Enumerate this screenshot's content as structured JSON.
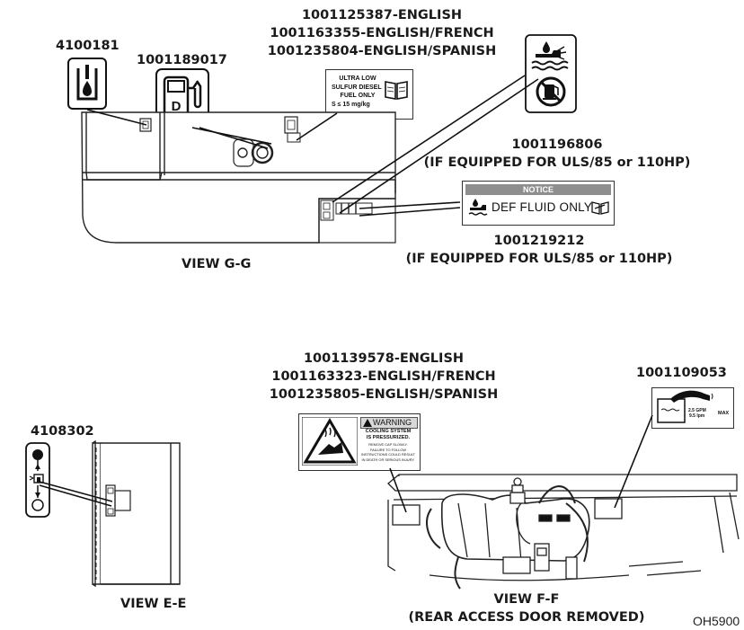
{
  "view_gg": {
    "caption": "VIEW G-G",
    "label_4100181": "4100181",
    "label_1001189017": "1001189017",
    "fuel_decal_lines": [
      "1001125387-ENGLISH",
      "1001163355-ENGLISH/FRENCH",
      "1001235804-ENGLISH/SPANISH"
    ],
    "fuel_decal_text": [
      "ULTRA LOW",
      "SULFUR DIESEL",
      "FUEL ONLY",
      "S ≤ 15 mg/kg"
    ],
    "fuel_pump_letter": "D",
    "decal_1001196806": [
      "1001196806",
      "(IF EQUIPPED FOR ULS/85 or 110HP)"
    ],
    "decal_1001219212": [
      "1001219212",
      "(IF EQUIPPED FOR ULS/85 or 110HP)"
    ],
    "notice_header": "NOTICE",
    "notice_text": "DEF FLUID ONLY"
  },
  "view_ee": {
    "caption": "VIEW E-E",
    "label_4108302": "4108302"
  },
  "view_ff": {
    "caption_lines": [
      "VIEW F-F",
      "(REAR ACCESS DOOR REMOVED)"
    ],
    "warning_lines": [
      "1001139578-ENGLISH",
      "1001163323-ENGLISH/FRENCH",
      "1001235805-ENGLISH/SPANISH"
    ],
    "warning_header": "WARNING",
    "warning_title": [
      "COOLING SYSTEM",
      "IS PRESSURIZED."
    ],
    "warning_body": [
      "REMOVE CAP SLOWLY.",
      "FAILURE TO FOLLOW",
      "INSTRUCTIONS COULD RESULT",
      "IN DEATH OR SERIOUS INJURY."
    ],
    "label_1001109053": "1001109053",
    "capacity_text": [
      "2.5 GPM",
      "9.5 lpm",
      "MAX"
    ]
  },
  "figure_code": "OH5900"
}
